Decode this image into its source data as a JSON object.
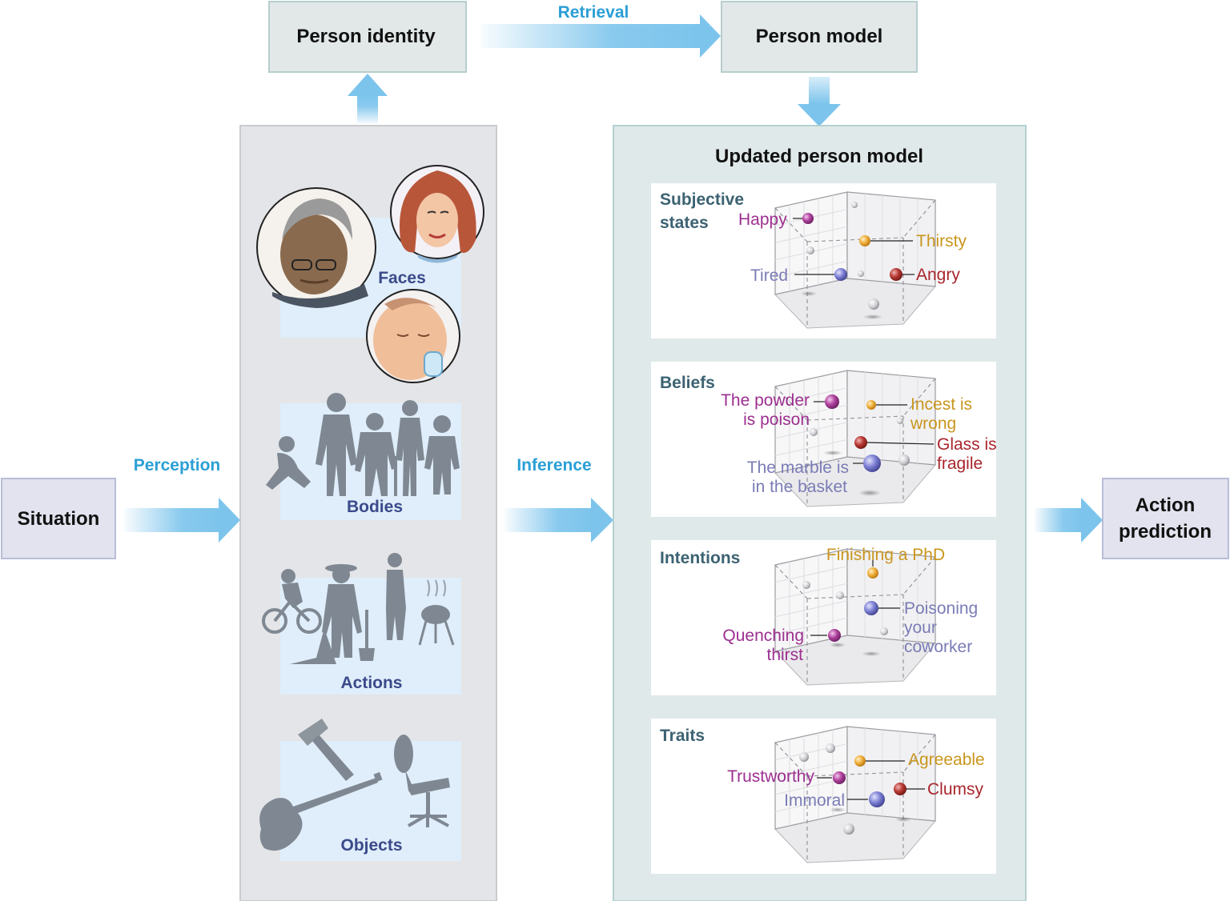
{
  "boxes": {
    "situation": "Situation",
    "person_identity": "Person identity",
    "person_model": "Person model",
    "updated_person_model": "Updated person model",
    "action_prediction_line1": "Action",
    "action_prediction_line2": "prediction"
  },
  "arrows": {
    "perception": "Perception",
    "retrieval": "Retrieval",
    "inference": "Inference"
  },
  "perception_panels": {
    "faces": "Faces",
    "bodies": "Bodies",
    "actions": "Actions",
    "objects": "Objects"
  },
  "model_panels": {
    "subjective_states": {
      "title_line1": "Subjective",
      "title_line2": "states",
      "labels": [
        "Happy",
        "Thirsty",
        "Tired",
        "Angry"
      ]
    },
    "beliefs": {
      "title": "Beliefs",
      "powder_line1": "The powder",
      "powder_line2": "is poison",
      "incest_line1": "Incest is",
      "incest_line2": "wrong",
      "glass_line1": "Glass is",
      "glass_line2": "fragile",
      "marble_line1": "The marble is",
      "marble_line2": "in the basket"
    },
    "intentions": {
      "title": "Intentions",
      "phd": "Finishing a PhD",
      "poison_line1": "Poisoning",
      "poison_line2": "your",
      "poison_line3": "coworker",
      "quench_line1": "Quenching",
      "quench_line2": "thirst"
    },
    "traits": {
      "title": "Traits",
      "labels": [
        "Agreeable",
        "Trustworthy",
        "Clumsy",
        "Immoral"
      ]
    }
  },
  "colors": {
    "arrow_blue": "#7cc4ec",
    "label_blue": "#2b9fd6",
    "purple": "#9c2f8f",
    "orange": "#c9961e",
    "red": "#a8262c",
    "lavender": "#7a7cb5",
    "panel_title_teal": "#3c6272"
  }
}
